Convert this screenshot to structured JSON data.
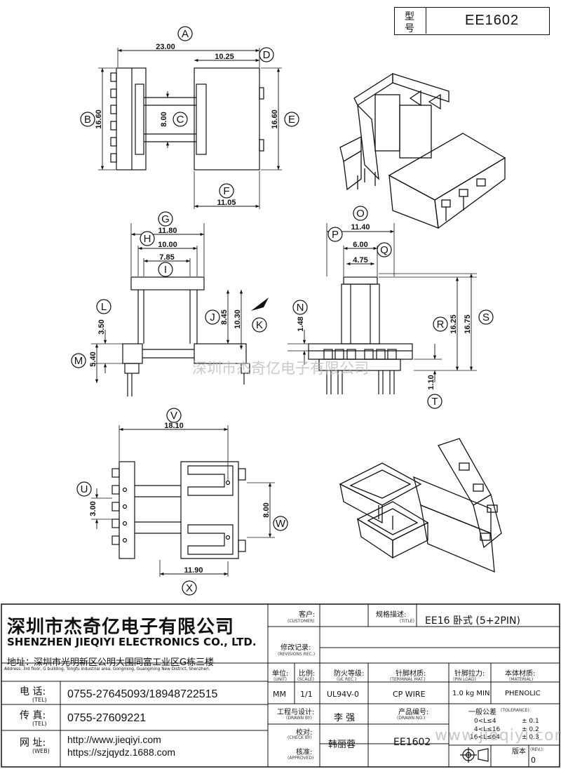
{
  "model": {
    "label_line1": "型",
    "label_line2": "号",
    "value": "EE1602"
  },
  "callouts": [
    "A",
    "B",
    "C",
    "D",
    "E",
    "F",
    "G",
    "H",
    "I",
    "J",
    "K",
    "L",
    "M",
    "N",
    "O",
    "P",
    "Q",
    "R",
    "S",
    "T",
    "U",
    "V",
    "W",
    "X"
  ],
  "dimensions": {
    "A": "23.00",
    "B": "16.60",
    "C": "8.00",
    "D": "10.25",
    "E": "16.60",
    "F": "11.05",
    "G": "11.80",
    "H": "10.00",
    "I": "7.85",
    "J": "8.45",
    "K": "10.30",
    "L": "3.50",
    "M": "5.40",
    "N": "1.48",
    "O": "11.40",
    "P": "6.00",
    "Q": "4.75",
    "R": "16.25",
    "S": "16.75",
    "T": "1.10",
    "U": "3.00",
    "V": "18.10",
    "W": "8.00",
    "X": "11.90"
  },
  "watermark": "深圳市杰奇亿电子有限公司",
  "watermark_corner": "www.jieqiyi.com",
  "company": {
    "name_cn": "深圳市杰奇亿电子有限公司",
    "name_en": "SHENZHEN JIEQIYI ELECTRONICS CO., LTD.",
    "address_label": "地址：",
    "address_cn": "深圳市光明新区公明大围同富工业区G栋三楼",
    "address_en": "Address: 3rd floor, G building, Tongfu industrial area, Gongming, Guangming New District, Shenzhen.",
    "tel_label_cn": "电  话:",
    "tel_label_en": "(TEL)",
    "tel": "0755-27645093/18948722515",
    "fax_label_cn": "传  真:",
    "fax_label_en": "(TEL)",
    "fax": "0755-27609221",
    "web_label_cn": "网  址:",
    "web_label_en": "(WEB)",
    "web1": "http://www.jieqiyi.com",
    "web2": "https://szjqydz.1688.com"
  },
  "titleblock": {
    "customer_cn": "客户:",
    "customer_en": "(CUSTOMER)",
    "customer": "",
    "title_cn": "规格描述:",
    "title_en": "(TITLE)",
    "title": "EE16 卧式 (5+2PIN)",
    "rev_cn": "修改记录:",
    "rev_en": "(REVISIONS REC.)",
    "unit_cn": "单位:",
    "unit_en": "(UNIT)",
    "unit": "MM",
    "scale_cn": "比例:",
    "scale_en": "(SCALE)",
    "scale": "1/1",
    "ul_cn": "防火等级:",
    "ul_en": "(UL REC.)",
    "ul": "UL94V-0",
    "terminal_cn": "针脚材质:",
    "terminal_en": "(TERMINAL MAT.)",
    "terminal": "CP WIRE",
    "pinload_cn": "针脚拉力:",
    "pinload_en": "(PIN LOAD)",
    "pinload": "1.0 kg MIN",
    "material_cn": "本体材质:",
    "material_en": "(MATERIAL)",
    "material": "PHENOLIC",
    "drawn_cn": "工程与设计:",
    "drawn_en": "(DRAWN BY)",
    "drawn": "李  强",
    "drawingno_cn": "产品编号:",
    "drawingno_en": "(DRAWN NO.)",
    "check_cn": "校对:",
    "check_en": "(CHECK BY)",
    "approve_cn": "核准:",
    "approve_en": "(APPROVED)",
    "checker": "韩丽蓉",
    "drawing_no": "EE1602",
    "tol_cn": "一般公差",
    "tol_en": "(TOLERANCE):",
    "tol_rows": [
      {
        "range": "0<L≤4",
        "tol": "± 0.1"
      },
      {
        "range": "4<L≤16",
        "tol": "± 0.2"
      },
      {
        "range": "16<L≤64",
        "tol": "± 0.3"
      }
    ],
    "rev_label_cn": "版本",
    "rev_label_en": "(REV.):",
    "rev": "0"
  }
}
